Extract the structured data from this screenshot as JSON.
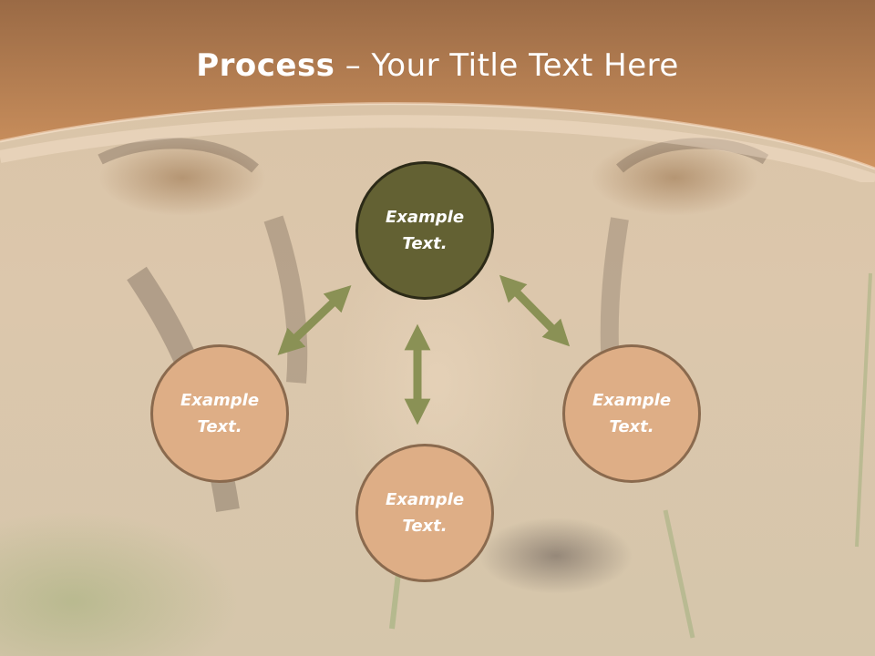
{
  "slide": {
    "title_bold": "Process",
    "title_rest": " – Your Title Text Here"
  },
  "nodes": {
    "top": {
      "line1": "Example",
      "line2": "Text."
    },
    "left": {
      "line1": "Example",
      "line2": "Text."
    },
    "right": {
      "line1": "Example",
      "line2": "Text."
    },
    "bottom": {
      "line1": "Example",
      "line2": "Text."
    }
  },
  "colors": {
    "header": "#c88a58",
    "center_node": "#636133",
    "outer_node": "#deae86",
    "arrow": "#8a9155"
  }
}
